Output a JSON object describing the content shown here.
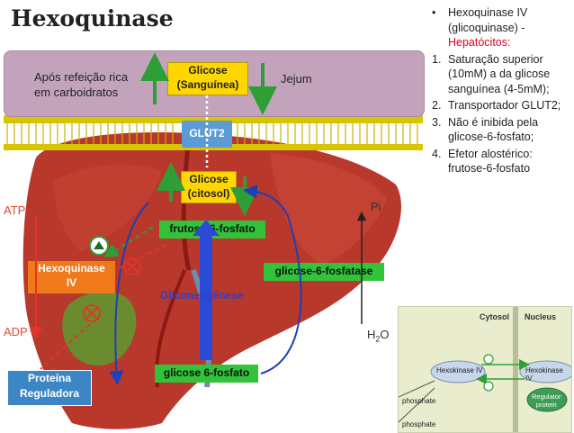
{
  "title": "Hexoquinase",
  "blood": {
    "left_text": [
      "Após refeição rica",
      "em carboidratos"
    ],
    "right_text": "Jejum",
    "glucose_box": [
      "Glicose",
      "(Sanguínea)"
    ]
  },
  "transporter": "GLUT2",
  "cytosol_glucose": [
    "Glicose",
    "(citosol)"
  ],
  "fructose_box": "frutose-6-fosfato",
  "g6pase_box": "glicose-6-fosfatase",
  "gluconeogenesis": "Gliconeogênese",
  "g6p_box": "glicose 6-fosfato",
  "hexokinase_box": [
    "Hexoquinase",
    "IV"
  ],
  "regulator_box": [
    "Proteína",
    "Reguladora"
  ],
  "labels": {
    "atp": "ATP",
    "adp": "ADP",
    "pi": "Pi",
    "h2o": "H",
    "h2o_sub": "2",
    "h2o_o": "O"
  },
  "side_panel": {
    "bullet": [
      "Hexoquinase IV",
      "(glicoquinase) -"
    ],
    "bullet_red": "Hepatócitos:",
    "items": [
      "Saturação superior (10mM) a da glicose sanguínea (4-5mM);",
      "Transportador GLUT2;",
      "Não é inibida pela glicose-6-fosfato;",
      "Efetor alostérico: frutose-6-fosfato"
    ]
  },
  "inset": {
    "cytosol": "Cytosol",
    "nucleus": "Nucleus",
    "hk_left": "Hexokinase IV",
    "hk_right": "Hexokinase IV",
    "regulator": [
      "Regulator",
      "protein"
    ],
    "phosphate1": "phosphate",
    "phosphate2": "phosphate"
  },
  "colors": {
    "liver": "#b8382c",
    "blood": "#c3a3bc",
    "membrane": "#c8b400",
    "arrow_green": "#2e9e36",
    "arrow_blue": "#2b4bd6",
    "inhibit_red": "#e5332a"
  }
}
